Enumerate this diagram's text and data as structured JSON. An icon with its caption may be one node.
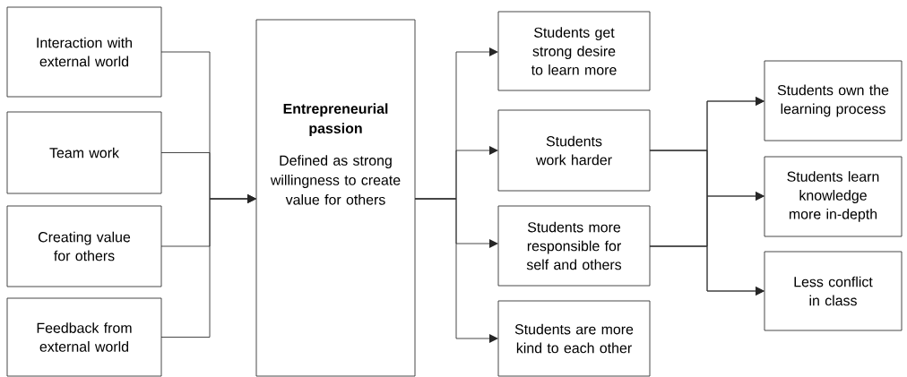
{
  "diagram": {
    "nodes": [
      {
        "text": [
          "Interaction with external world"
        ]
      },
      {
        "text": [
          "Team work"
        ]
      },
      {
        "text": [
          "Creating value for others"
        ]
      },
      {
        "text": [
          "Feedback from external world"
        ]
      },
      {
        "text": [
          "Entrepreneurial passion",
          "Defined as strong willingness to create value for others"
        ]
      },
      {
        "text": [
          "Students get strong desire to learn more"
        ]
      },
      {
        "text": [
          "Students work harder"
        ]
      },
      {
        "text": [
          "Students more responsible for self and others"
        ]
      },
      {
        "text": [
          "Students are more kind to each other"
        ]
      },
      {
        "text": [
          "Students own the learning process"
        ]
      },
      {
        "text": [
          "Students learn knowledge more in-depth"
        ]
      },
      {
        "text": [
          "Less conflict in class"
        ]
      }
    ],
    "edges": [
      {
        "from": 0,
        "to": 4,
        "arrow": "to"
      },
      {
        "from": 1,
        "to": 4,
        "arrow": "to"
      },
      {
        "from": 2,
        "to": 4,
        "arrow": "to"
      },
      {
        "from": 3,
        "to": 4,
        "arrow": "to"
      },
      {
        "from": 4,
        "to": 5,
        "arrow": "to"
      },
      {
        "from": 4,
        "to": 6,
        "arrow": "to"
      },
      {
        "from": 4,
        "to": 7,
        "arrow": "to"
      },
      {
        "from": 4,
        "to": 8,
        "arrow": "to"
      },
      {
        "from": 6,
        "to": 9,
        "arrow": "to"
      },
      {
        "from": 6,
        "to": 10,
        "arrow": "to"
      },
      {
        "from": 6,
        "to": 11,
        "arrow": "to"
      },
      {
        "from": 7,
        "to": 9,
        "arrow": "to"
      },
      {
        "from": 7,
        "to": 10,
        "arrow": "to"
      },
      {
        "from": 7,
        "to": 11,
        "arrow": "to"
      }
    ]
  }
}
